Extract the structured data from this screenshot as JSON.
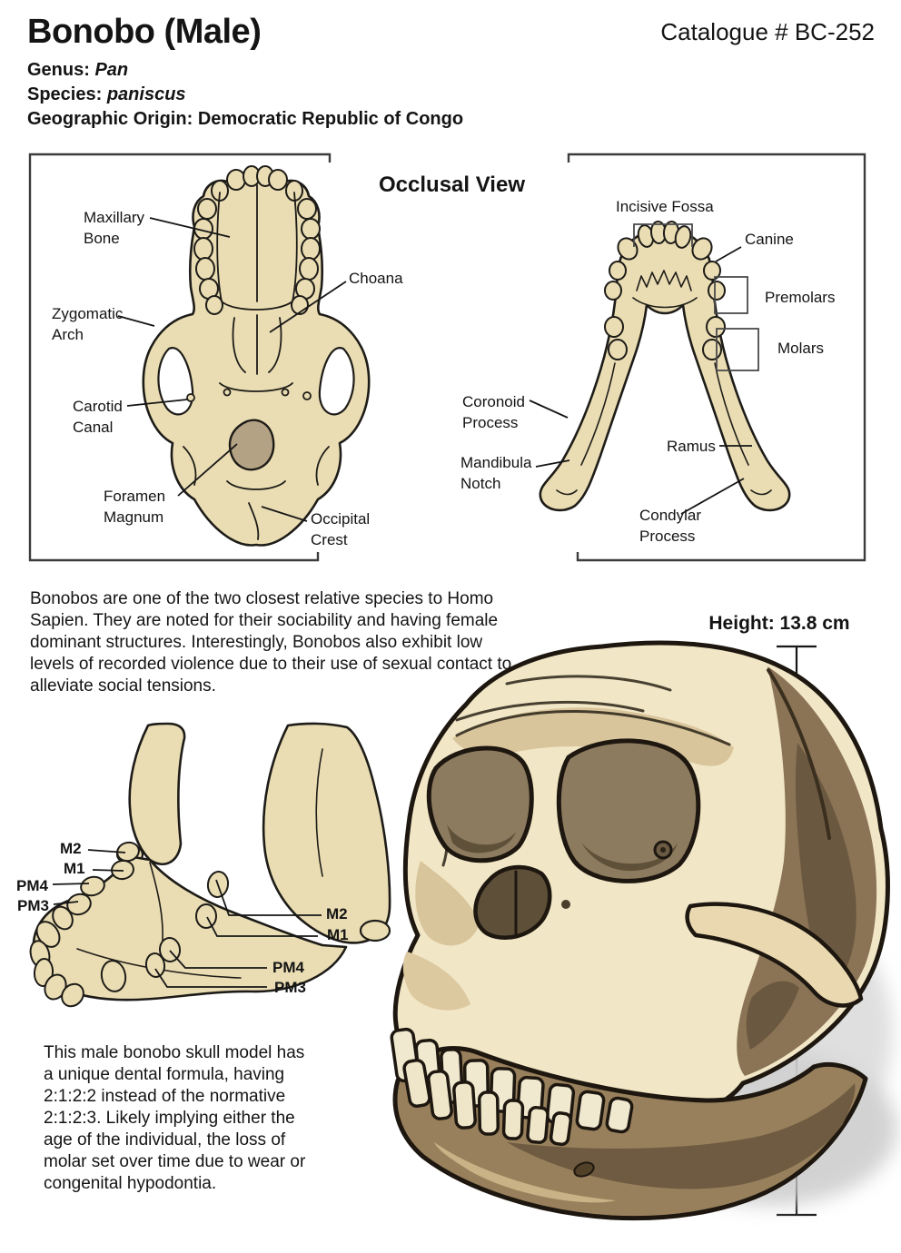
{
  "header": {
    "title": "Bonobo (Male)",
    "catalogue": "Catalogue # BC-252",
    "meta": [
      {
        "label": "Genus:",
        "value": "Pan"
      },
      {
        "label": "Species:",
        "value": "paniscus"
      },
      {
        "label": "Geographic Origin:",
        "value": "Democratic Republic of Congo"
      }
    ]
  },
  "occlusal": {
    "panel_title": "Occlusal View",
    "cranium_labels": {
      "maxillary": "Maxillary\nBone",
      "choana": "Choana",
      "zygomatic": "Zygomatic\nArch",
      "carotid": "Carotid\nCanal",
      "foramen": "Foramen\nMagnum",
      "occipital": "Occipital\nCrest"
    },
    "mandible_labels": {
      "incisive": "Incisive Fossa",
      "canine": "Canine",
      "premolars": "Premolars",
      "molars": "Molars",
      "coronoid": "Coronoid\nProcess",
      "mandibula": "Mandibula\nNotch",
      "ramus": "Ramus",
      "condylar": "Condylar\nProcess"
    }
  },
  "description_top": "Bonobos are one of the two closest relative species to Homo\nSapien. They are noted for their sociability and having female\ndominant structures. Interestingly, Bonobos also exhibit low\nlevels of recorded violence due to their use of sexual contact to\nalleviate social tensions.",
  "height_annotation": "Height: 13.8 cm",
  "dental_labels": {
    "left": [
      "M2",
      "M1",
      "PM4",
      "PM3"
    ],
    "right": [
      "M2",
      "M1",
      "PM4",
      "PM3"
    ]
  },
  "description_bottom": "This male bonobo skull model has\na unique dental formula, having\n2:1:2:2 instead of the normative\n2:1:2:3. Likely implying either the\nage of the individual, the loss of\nmolar set over time due to wear or\ncongenital hypodontia.",
  "colors": {
    "ink": "#141414",
    "diagram_bone": "#eaddb3",
    "diagram_outline": "#1e1c18",
    "foramen_fill": "#b3a284",
    "box_border": "#3c3c3c",
    "skull_cream": "#f1e6c5",
    "skull_tan": "#d9c59c",
    "skull_mid": "#b79c72",
    "skull_brown": "#8b7355",
    "skull_dark": "#6b5840",
    "skull_darkest": "#514128",
    "shadow_gray": "#c8c8c8"
  }
}
